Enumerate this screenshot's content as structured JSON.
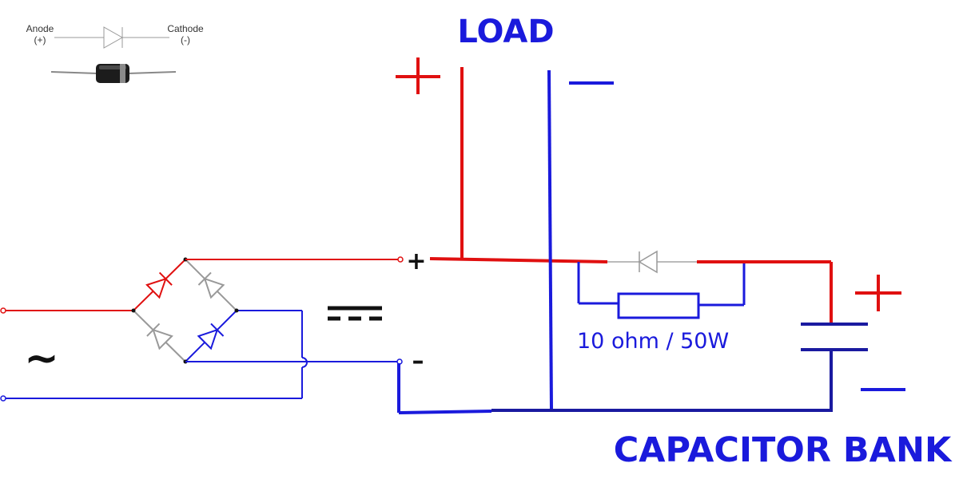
{
  "legend": {
    "anode_label": "Anode",
    "anode_sign": "(+)",
    "cathode_label": "Cathode",
    "cathode_sign": "(-)",
    "component_icon": "diode-component-photo"
  },
  "labels": {
    "load": "LOAD",
    "capacitor_bank": "CAPACITOR BANK",
    "resistor": "10 ohm / 50W",
    "ac_symbol": "~",
    "dc_plus": "+",
    "dc_minus": "–"
  },
  "colors": {
    "positive": "#e01010",
    "negative": "#1a1adc",
    "bank_negative": "#1a1aa0",
    "inactive": "#999999",
    "text_blue": "#1a1adc"
  }
}
